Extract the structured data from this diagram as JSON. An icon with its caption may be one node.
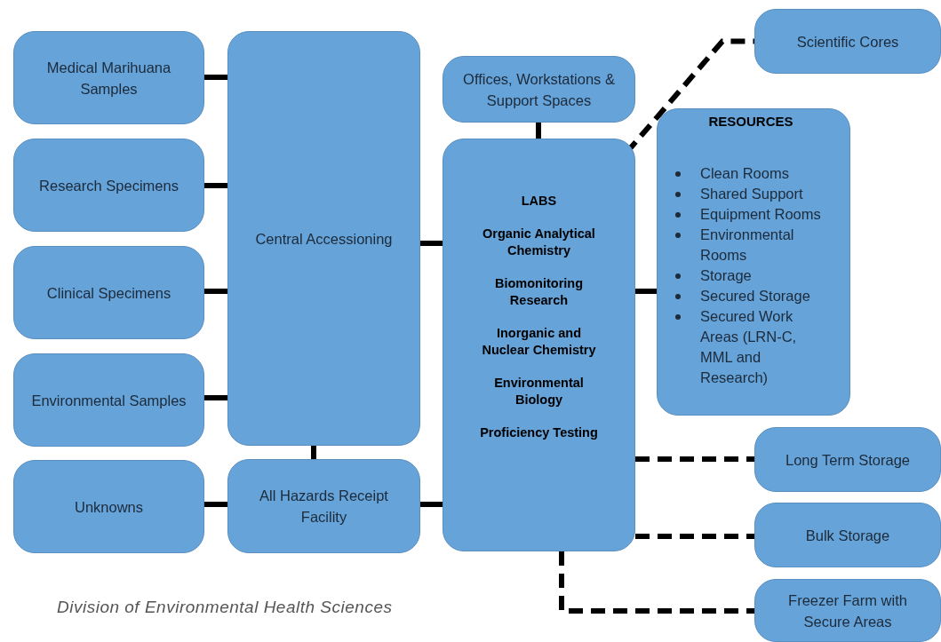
{
  "diagram": {
    "caption": "Division of Environmental Health Sciences",
    "nodes": [
      {
        "text": [
          "Medical Marihuana Samples"
        ]
      },
      {
        "text": [
          "Research Specimens"
        ]
      },
      {
        "text": [
          "Clinical Specimens"
        ]
      },
      {
        "text": [
          "Environmental Samples"
        ]
      },
      {
        "text": [
          "Unknowns"
        ]
      },
      {
        "text": [
          "Central Accessioning"
        ]
      },
      {
        "text": [
          "All Hazards Receipt Facility"
        ]
      },
      {
        "text": [
          "Offices, Workstations & Support Spaces"
        ]
      },
      {
        "text": [
          "LABS",
          "Organic Analytical Chemistry",
          "Biomonitoring Research",
          "Inorganic and Nuclear Chemistry",
          "Environmental Biology",
          "Proficiency Testing"
        ]
      },
      {
        "text": [
          "Scientific Cores"
        ]
      },
      {
        "text": [
          "RESOURCES",
          "Clean Rooms",
          "Shared Support",
          "Equipment Rooms",
          "Environmental Rooms",
          "Storage",
          "Secured Storage",
          "Secured Work Areas (LRN-C, MML and Research)"
        ]
      },
      {
        "text": [
          "Long Term Storage"
        ]
      },
      {
        "text": [
          "Bulk Storage"
        ]
      },
      {
        "text": [
          "Freezer Farm with Secure Areas"
        ]
      }
    ],
    "edges": [
      {
        "from": 0,
        "to": 5,
        "arrow": "none"
      },
      {
        "from": 1,
        "to": 5,
        "arrow": "none"
      },
      {
        "from": 2,
        "to": 5,
        "arrow": "none"
      },
      {
        "from": 3,
        "to": 5,
        "arrow": "none"
      },
      {
        "from": 4,
        "to": 6,
        "arrow": "none"
      },
      {
        "from": 5,
        "to": 6,
        "arrow": "none"
      },
      {
        "from": 5,
        "to": 8,
        "arrow": "none"
      },
      {
        "from": 6,
        "to": 8,
        "arrow": "none"
      },
      {
        "from": 7,
        "to": 8,
        "arrow": "none"
      },
      {
        "from": 8,
        "to": 9,
        "arrow": "none",
        "style": "dashed"
      },
      {
        "from": 8,
        "to": 10,
        "arrow": "none"
      },
      {
        "from": 8,
        "to": 11,
        "arrow": "none",
        "style": "dashed"
      },
      {
        "from": 8,
        "to": 12,
        "arrow": "none",
        "style": "dashed"
      },
      {
        "from": 8,
        "to": 13,
        "arrow": "none",
        "style": "dashed"
      }
    ]
  }
}
